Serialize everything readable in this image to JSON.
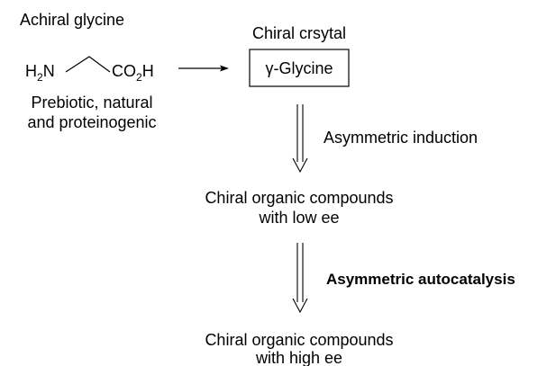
{
  "glycine": {
    "title": "Achiral glycine",
    "amine": "H",
    "amine_sub": "2",
    "amine_atom": "N",
    "acid_left": "CO",
    "acid_sub": "2",
    "acid_right": "H",
    "desc_line1": "Prebiotic, natural",
    "desc_line2": "and proteinogenic"
  },
  "crystal": {
    "title": "Chiral crsytal",
    "box_label": "γ-Glycine"
  },
  "steps": [
    {
      "label": "Asymmetric induction"
    },
    {
      "label": "Asymmetric autocatalysis"
    }
  ],
  "results": [
    {
      "line1": "Chiral organic compounds",
      "line2": "with low ee"
    },
    {
      "line1": "Chiral organic compounds",
      "line2": "with high ee"
    }
  ]
}
